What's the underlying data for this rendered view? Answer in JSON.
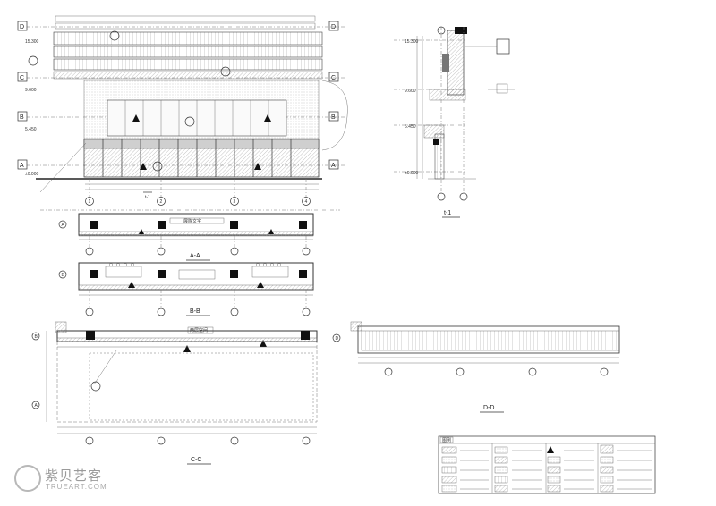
{
  "drawing": {
    "section_labels": {
      "aa": "A-A",
      "bb": "B-B",
      "cc": "C-C",
      "dd": "D-D",
      "t1": "t-1"
    },
    "grid_rows": [
      "D",
      "C",
      "B",
      "A"
    ],
    "grid_cols": [
      "1",
      "2",
      "3",
      "4"
    ],
    "levels": [
      "15.300",
      "9.600",
      "5.450",
      "±0.000"
    ],
    "cc_note": "两层空间",
    "aa_note": "展陈文字"
  },
  "legend": {
    "title": "图例"
  },
  "watermark": {
    "text": "紫贝艺客",
    "sub": "TRUEART.COM"
  }
}
